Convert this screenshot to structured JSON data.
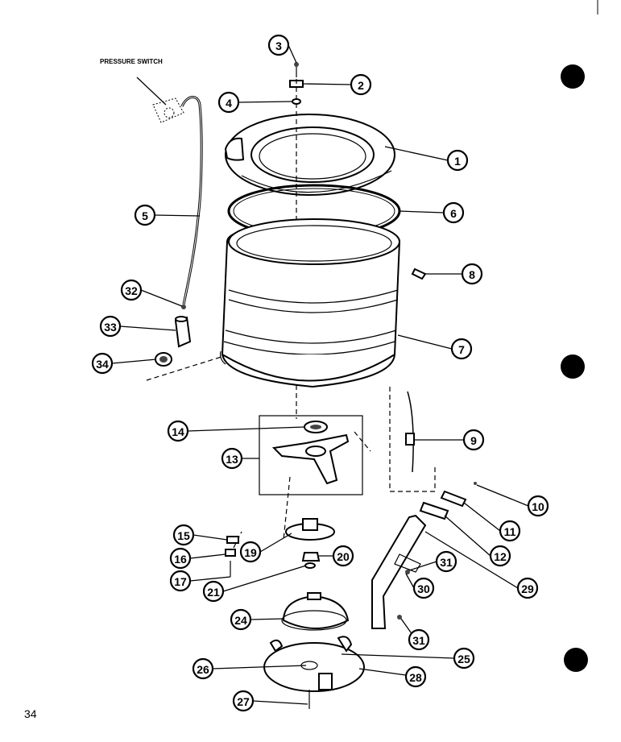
{
  "labels": {
    "pressure_switch": "PRESSURE SWITCH",
    "page_number": "34"
  },
  "callouts": [
    "1",
    "2",
    "3",
    "4",
    "5",
    "6",
    "7",
    "8",
    "9",
    "10",
    "11",
    "12",
    "13",
    "14",
    "15",
    "16",
    "17",
    "19",
    "20",
    "21",
    "24",
    "25",
    "26",
    "27",
    "28",
    "29",
    "30",
    "31",
    "31",
    "32",
    "33",
    "34"
  ]
}
